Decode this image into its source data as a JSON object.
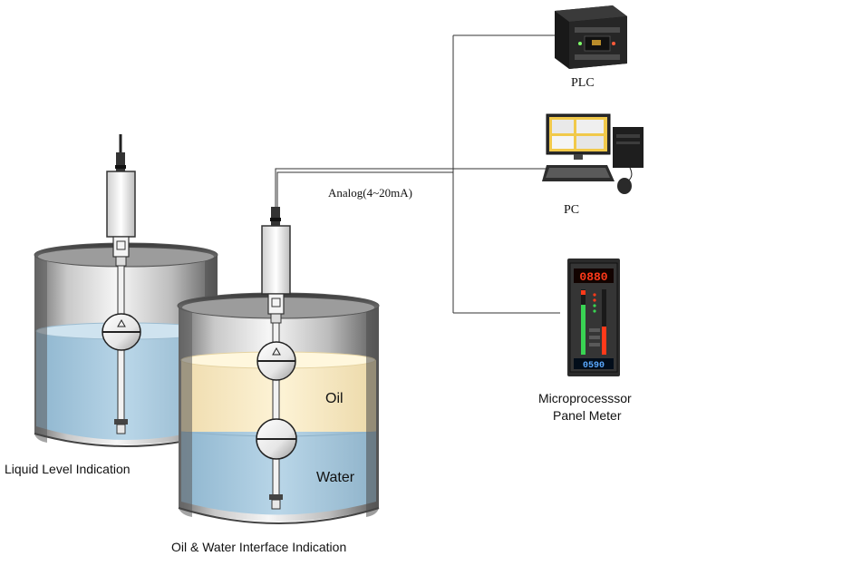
{
  "labels": {
    "plc": "PLC",
    "pc": "PC",
    "signal": "Analog(4~20mA)",
    "meter_line1": "Microprocesssor",
    "meter_line2": "Panel Meter",
    "tank1_caption": "Liquid Level Indication",
    "tank2_caption": "Oil & Water Interface Indication",
    "oil": "Oil",
    "water": "Water"
  },
  "meter": {
    "top_display": "0880",
    "bottom_display": "0590"
  },
  "colors": {
    "water": "#a9cbe0",
    "oil": "#fbefc9",
    "plc_body": "#1f1f1f",
    "meter_body": "#2a2a2a",
    "led_red": "#ff3a1a",
    "led_green": "#39d353",
    "line": "#333333"
  }
}
